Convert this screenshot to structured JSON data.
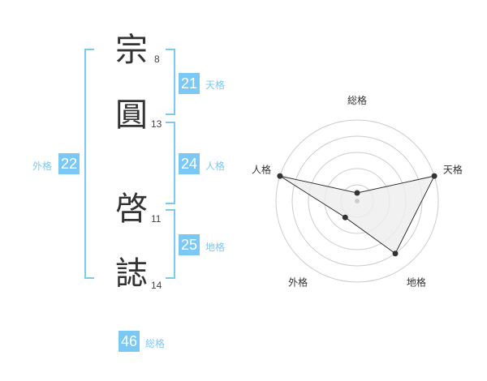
{
  "name_chars": [
    {
      "char": "宗",
      "strokes": "8"
    },
    {
      "char": "圓",
      "strokes": "13"
    },
    {
      "char": "啓",
      "strokes": "11"
    },
    {
      "char": "誌",
      "strokes": "14"
    }
  ],
  "fortunes": {
    "tenkaku": {
      "value": "21",
      "label": "天格"
    },
    "jinkaku": {
      "value": "24",
      "label": "人格"
    },
    "chikaku": {
      "value": "25",
      "label": "地格"
    },
    "gaikaku": {
      "value": "22",
      "label": "外格"
    },
    "soukaku": {
      "value": "46",
      "label": "総格"
    }
  },
  "colors": {
    "accent": "#7cc8f5",
    "text": "#333333",
    "grid": "#cccccc",
    "fill": "#eeeeee"
  },
  "chart_data": {
    "type": "radar",
    "axes": [
      "総格",
      "天格",
      "地格",
      "外格",
      "人格"
    ],
    "values": [
      0.1,
      1.0,
      0.8,
      0.25,
      1.0
    ],
    "range": [
      0,
      1
    ],
    "rings": 5
  }
}
